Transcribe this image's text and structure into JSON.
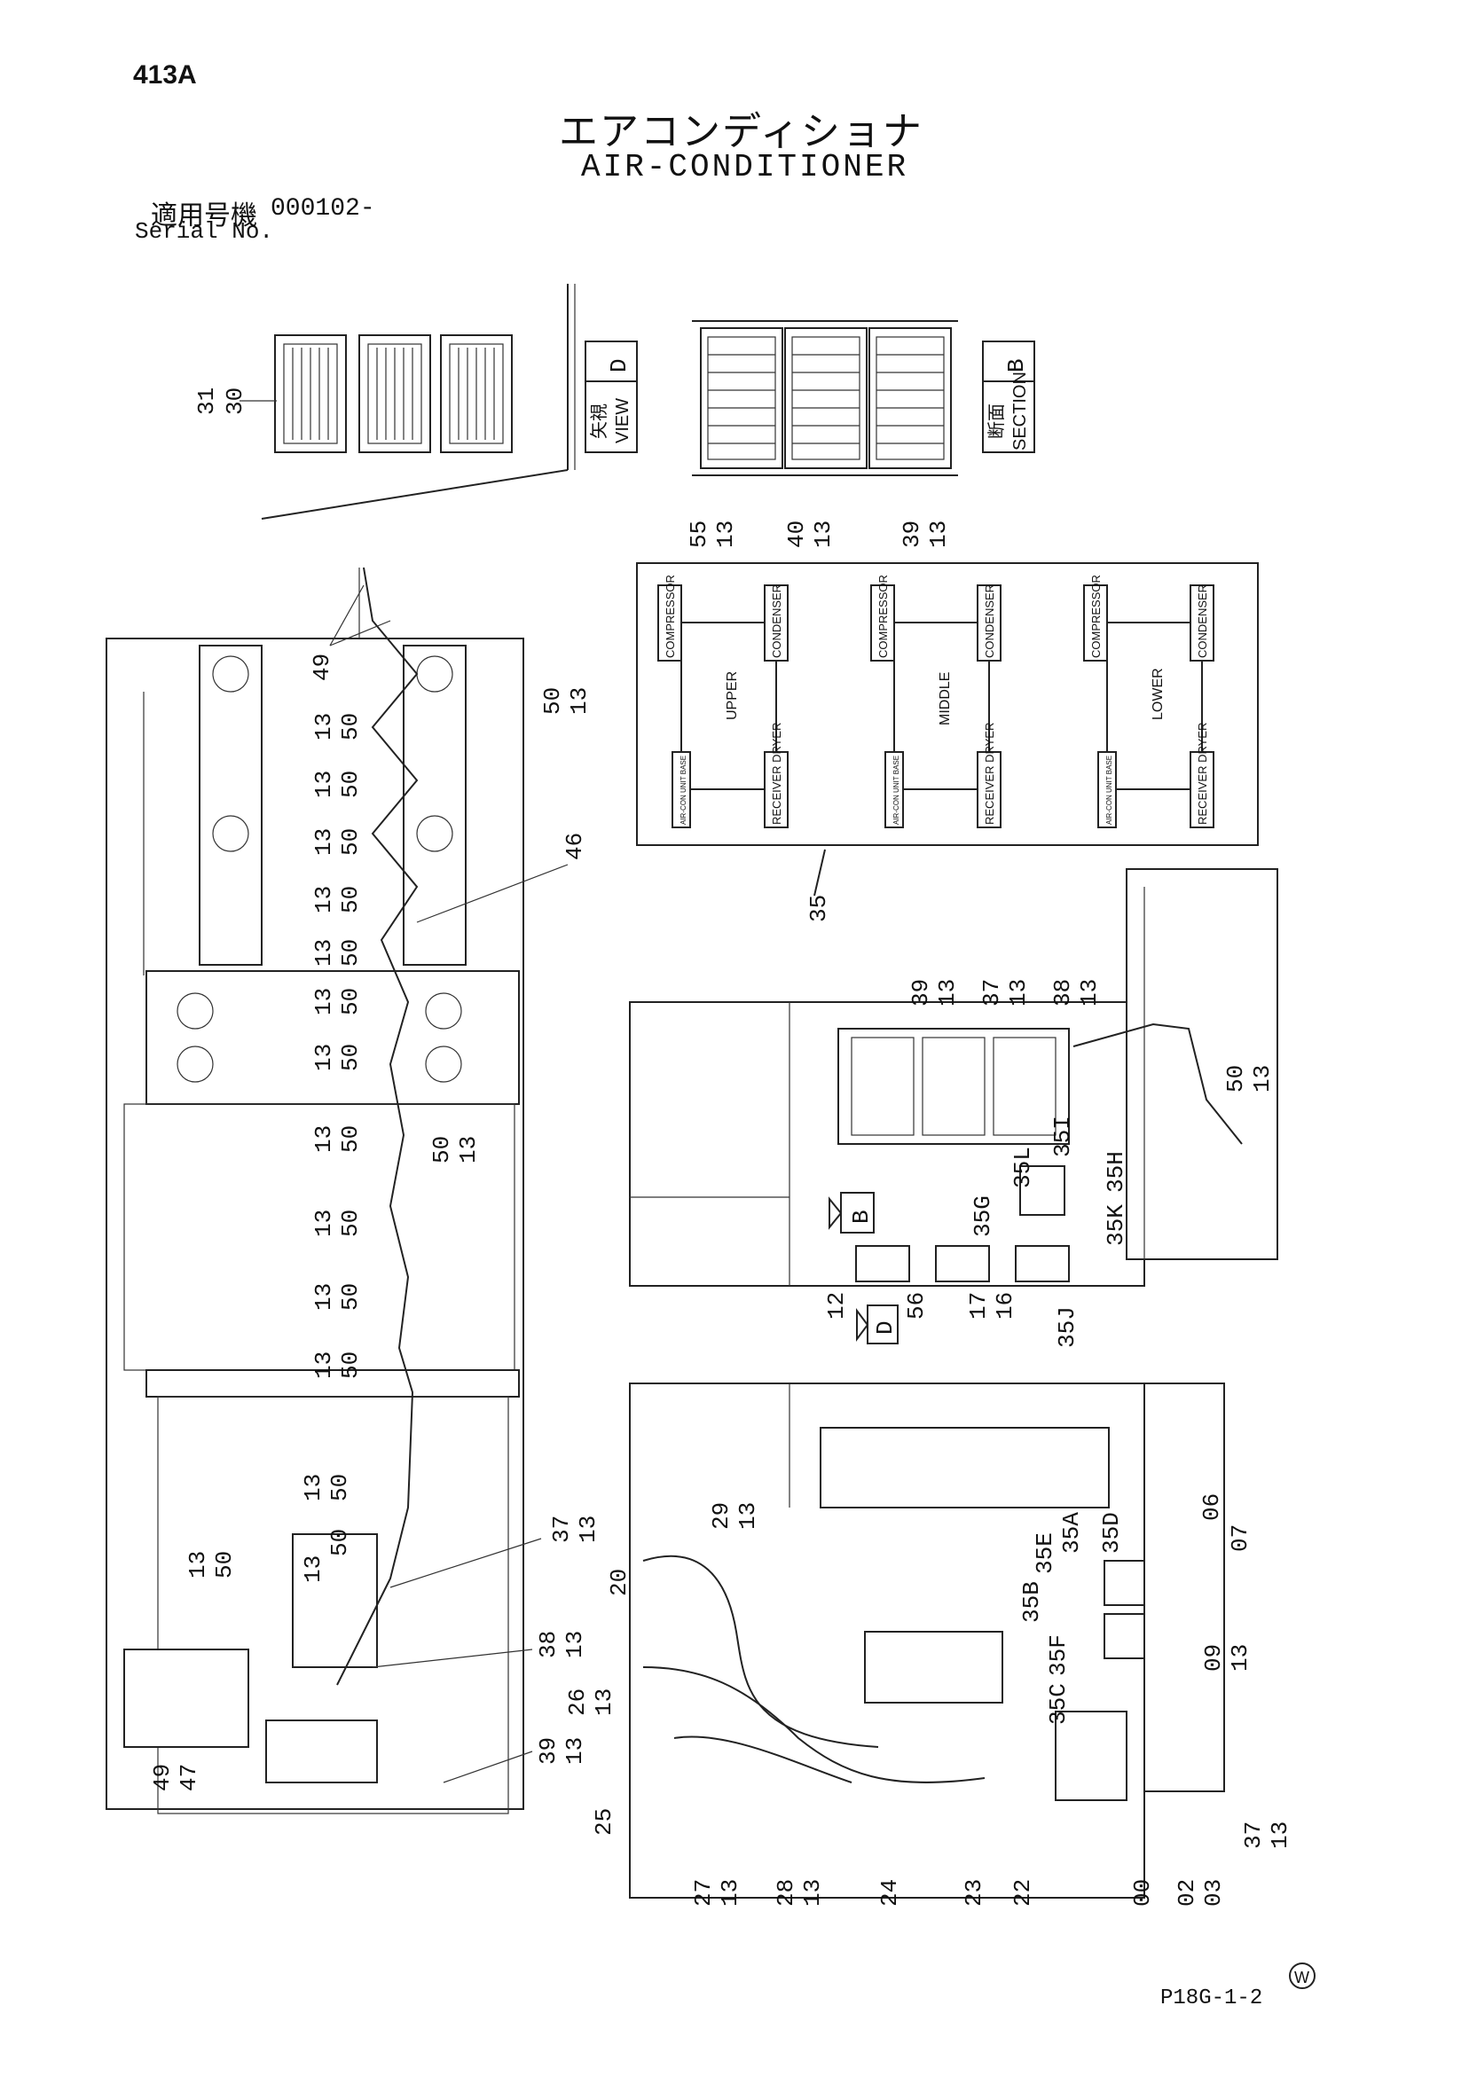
{
  "page_code": "413A",
  "title_jp": "エアコンディショナ",
  "title_en": "AIR-CONDITIONER",
  "serial": {
    "label_jp": "適用号機",
    "label_en": "Serial No.",
    "value": "000102-"
  },
  "page_ref": "P18G-1-2",
  "view_d": {
    "jp": "矢視",
    "en": "VIEW",
    "letter": "D"
  },
  "section_b": {
    "jp": "断面",
    "en": "SECTION",
    "letter": "B"
  },
  "flow": {
    "panels": [
      {
        "label": "UPPER",
        "compressor": "COMPRESSOR",
        "condenser": "CONDENSER",
        "receiver": "RECEIVER DRYER",
        "unit_base": "AIR-CON UNIT BASE"
      },
      {
        "label": "MIDDLE",
        "compressor": "COMPRESSOR",
        "condenser": "CONDENSER",
        "receiver": "RECEIVER DRYER",
        "unit_base": "AIR-CON UNIT BASE"
      },
      {
        "label": "LOWER",
        "compressor": "COMPRESSOR",
        "condenser": "CONDENSER",
        "receiver": "RECEIVER DRYER",
        "unit_base": "AIR-CON UNIT BASE"
      }
    ]
  },
  "callouts": {
    "c31": "31",
    "c30": "30",
    "c55": "55",
    "c55b": "13",
    "c40": "40",
    "c40b": "13",
    "c39t": "39",
    "c39tb": "13",
    "c35": "35",
    "c49top": "49",
    "c50r": "50",
    "c13r": "13",
    "pair1a": "13",
    "pair1b": "50",
    "pair2a": "13",
    "pair2b": "50",
    "pair3a": "13",
    "pair3b": "50",
    "pair4a": "13",
    "pair4b": "50",
    "pair5a": "13",
    "pair5b": "50",
    "pair6a": "13",
    "pair6b": "50",
    "pair7a": "13",
    "pair7b": "50",
    "pair8a": "13",
    "pair8b": "50",
    "pair9a": "13",
    "pair9b": "50",
    "pair10a": "13",
    "pair10b": "50",
    "pair11a": "13",
    "pair11b": "50",
    "pair12a": "13",
    "pair12b": "50",
    "c46": "46",
    "m39": "39",
    "m39b": "13",
    "m37": "37",
    "m37b": "13",
    "m38": "38",
    "m38b": "13",
    "m50": "50",
    "m50b": "13",
    "m35i": "35I",
    "m35l": "35L",
    "m35h": "35H",
    "m35g": "35G",
    "m35k": "35K",
    "m12": "12",
    "m56": "56",
    "m17": "17",
    "m16": "16",
    "m35j": "35J",
    "arrowB": "B",
    "arrowD": "D",
    "l13a": "13",
    "l50a": "50",
    "l13b": "13",
    "l50b": "50",
    "l13c": "13",
    "l50c": "50",
    "l37": "37",
    "l37b": "13",
    "l38": "38",
    "l38b": "13",
    "l39": "39",
    "l39b": "13",
    "l49": "49",
    "l47": "47",
    "b29": "29",
    "b29b": "13",
    "b20": "20",
    "b26": "26",
    "b26b": "13",
    "b25": "25",
    "b35e": "35E",
    "b35a": "35A",
    "b35d": "35D",
    "b35b": "35B",
    "b35f": "35F",
    "b35c": "35C",
    "b06": "06",
    "b07": "07",
    "b09": "09",
    "b09b": "13",
    "b27": "27",
    "b27b": "13",
    "b28": "28",
    "b28b": "13",
    "b24": "24",
    "b23": "23",
    "b22": "22",
    "b00": "00",
    "b02": "02",
    "b03": "03",
    "b37": "37",
    "b37b": "13"
  }
}
